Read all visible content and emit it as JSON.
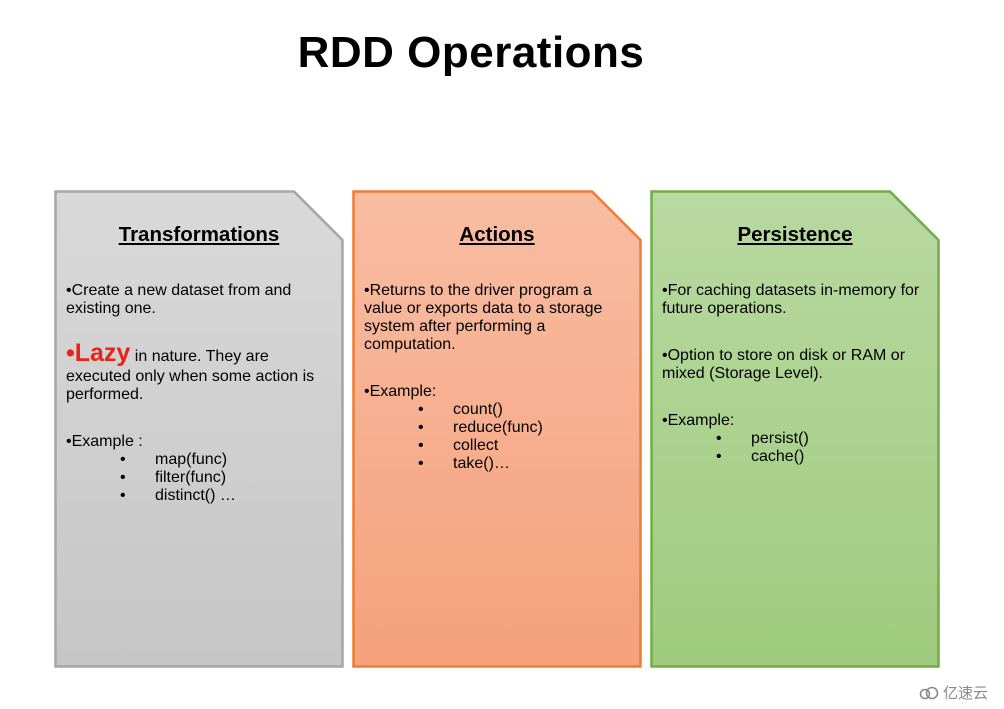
{
  "title": "RDD Operations",
  "cards": [
    {
      "heading": "Transformations",
      "fill": "#cfcfcf",
      "stroke": "#a6a6a6",
      "p1": "•Create a new dataset from and existing one.",
      "lazy_word": "•Lazy",
      "lazy_rest": " in nature. They are executed only when some action is performed.",
      "example_label": "•Example :",
      "examples": [
        "map(func)",
        "filter(func)",
        "distinct() …"
      ]
    },
    {
      "heading": "Actions",
      "fill": "#f7ae8e",
      "stroke": "#ed7d31",
      "p1": "•Returns to the driver program a value or exports data to a storage system after performing a computation.",
      "example_label": "•Example:",
      "examples": [
        "count()",
        "reduce(func)",
        "collect",
        "take()…"
      ]
    },
    {
      "heading": "Persistence",
      "fill": "#acd38e",
      "stroke": "#70ad47",
      "p1": "•For caching datasets in-memory for future operations.",
      "p2": "•Option to store on disk or RAM or mixed (Storage Level).",
      "example_label": "•Example:",
      "examples": [
        "persist()",
        "cache()"
      ]
    }
  ],
  "watermark": {
    "text": "亿速云",
    "icon": "cloud-logo-icon"
  }
}
